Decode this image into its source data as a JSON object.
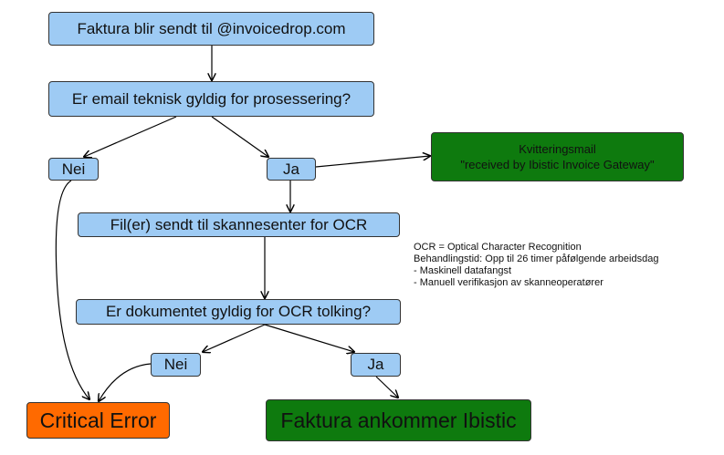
{
  "nodes": {
    "start": "Faktura blir sendt til @invoicedrop.com",
    "q_email": "Er email teknisk gyldig for prosessering?",
    "nei_1": "Nei",
    "ja_1": "Ja",
    "receipt_line1": "Kvitteringsmail",
    "receipt_line2": "\"received by Ibistic Invoice Gateway\"",
    "ocr_sent": "Fil(er) sendt til skannesenter for OCR",
    "q_ocr": "Er dokumentet gyldig for OCR tolking?",
    "nei_2": "Nei",
    "ja_2": "Ja",
    "error": "Critical Error",
    "success": "Faktura ankommer Ibistic"
  },
  "note": {
    "line1": "OCR = Optical Character Recognition",
    "line2": "Behandlingstid: Opp til 26 timer påfølgende arbeidsdag",
    "line3": "- Maskinell datafangst",
    "line4": "- Manuell verifikasjon av skanneoperatører"
  },
  "colors": {
    "process_box": "#9ecbf4",
    "receipt_box": "#0e7a0e",
    "success_box": "#0e7a0e",
    "error_box": "#ff6a00",
    "connector": "#000000"
  }
}
